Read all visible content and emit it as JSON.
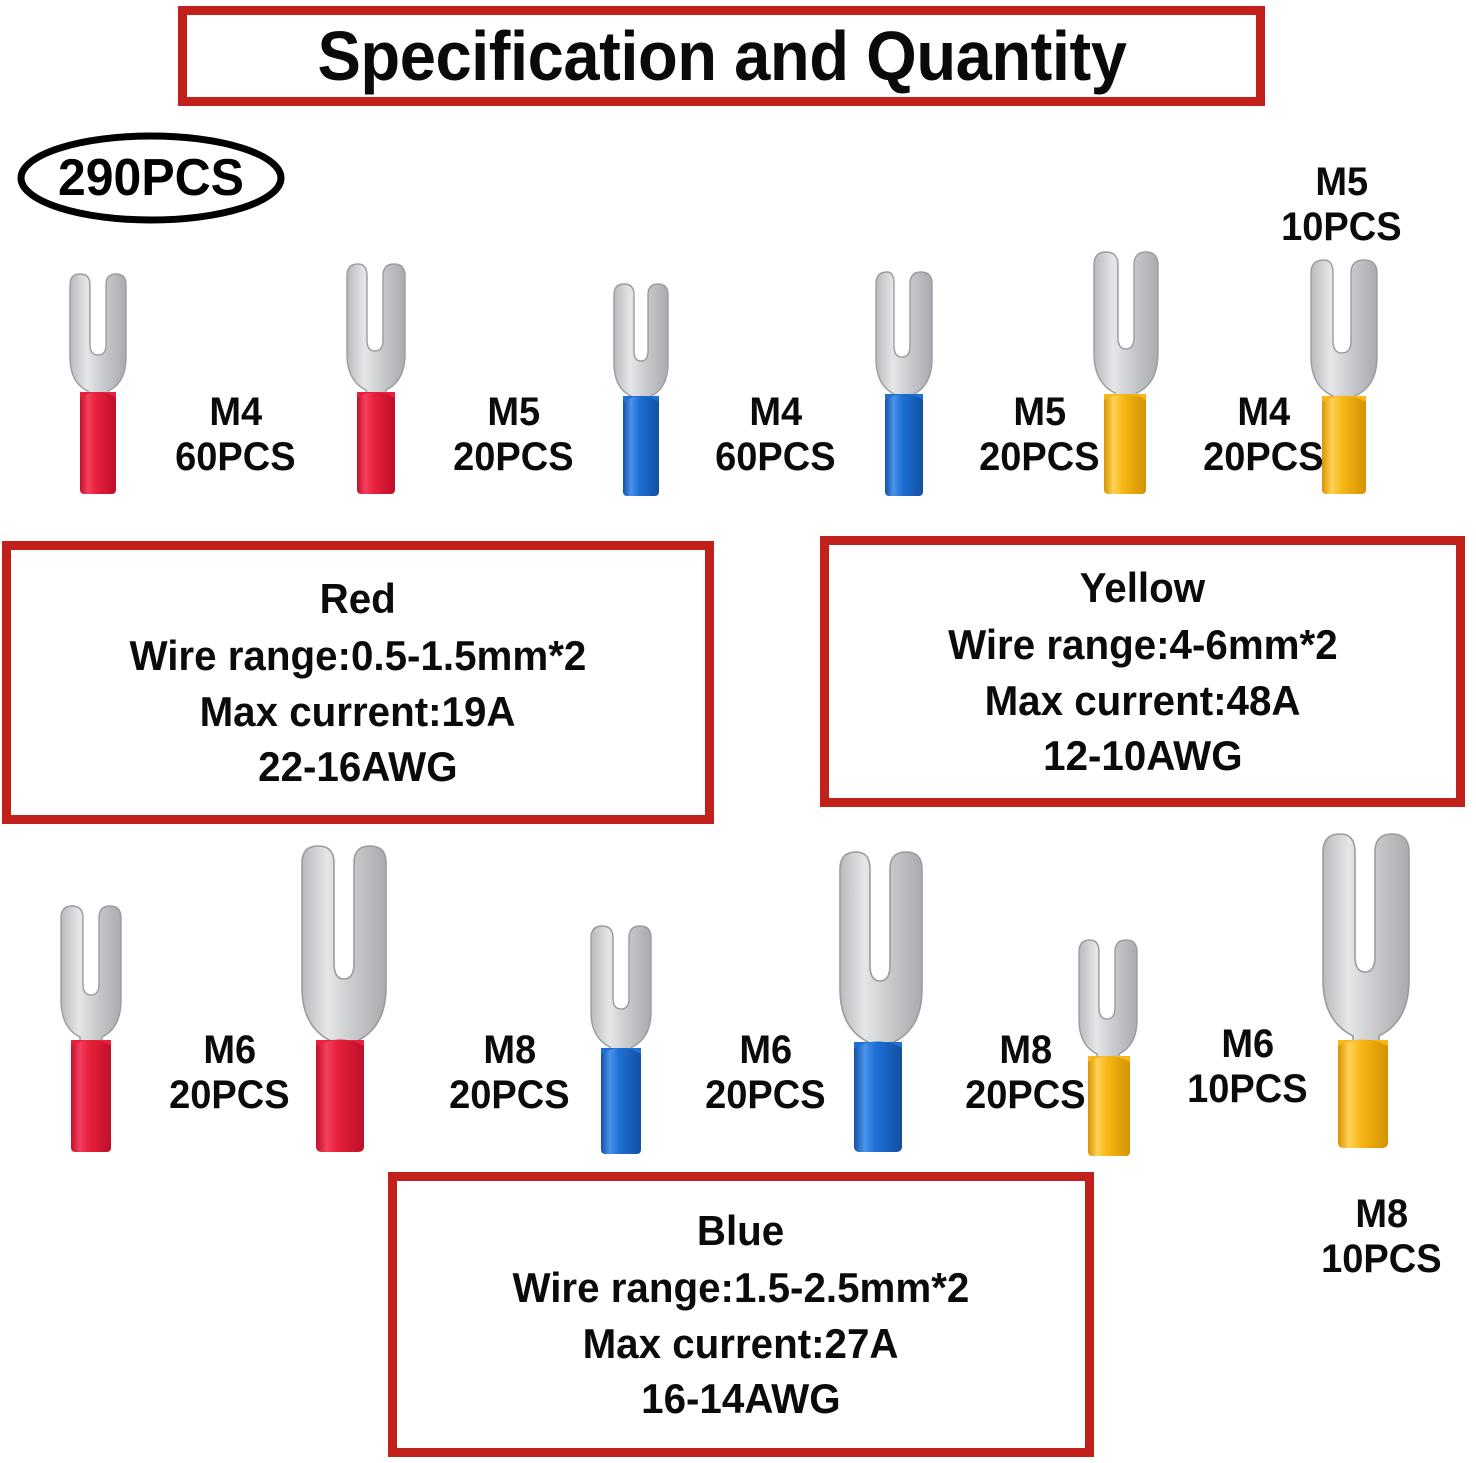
{
  "title": {
    "text": "Specification and Quantity"
  },
  "badge": {
    "label": "290PCS",
    "shape": "ellipse-outline"
  },
  "colors": {
    "border_red": "#c1201b",
    "insulator_red": "#e8203c",
    "insulator_blue": "#1f6fd6",
    "insulator_yellow": "#f7b717",
    "metal": "#c9cbcd",
    "text": "#0b0b0b"
  },
  "rows": [
    {
      "id": "row-1",
      "terminals": [
        {
          "color": "red",
          "size": "M4",
          "qty": "60PCS",
          "label_position": "right"
        },
        {
          "color": "red",
          "size": "M5",
          "qty": "20PCS",
          "label_position": "right"
        },
        {
          "color": "blue",
          "size": "M4",
          "qty": "60PCS",
          "label_position": "right"
        },
        {
          "color": "blue",
          "size": "M5",
          "qty": "20PCS",
          "label_position": "right"
        },
        {
          "color": "yellow",
          "size": "M4",
          "qty": "20PCS",
          "label_position": "right"
        },
        {
          "color": "yellow",
          "size": "M5",
          "qty": "10PCS",
          "label_position": "above"
        }
      ]
    },
    {
      "id": "row-2",
      "terminals": [
        {
          "color": "red",
          "size": "M6",
          "qty": "20PCS",
          "label_position": "right"
        },
        {
          "color": "red",
          "size": "M8",
          "qty": "20PCS",
          "label_position": "right"
        },
        {
          "color": "blue",
          "size": "M6",
          "qty": "20PCS",
          "label_position": "right"
        },
        {
          "color": "blue",
          "size": "M8",
          "qty": "20PCS",
          "label_position": "right"
        },
        {
          "color": "yellow",
          "size": "M6",
          "qty": "10PCS",
          "label_position": "right"
        },
        {
          "color": "yellow",
          "size": "M8",
          "qty": "10PCS",
          "label_position": "below"
        }
      ]
    }
  ],
  "spec_boxes": {
    "red": {
      "color_name": "Red",
      "wire_range": "Wire range:0.5-1.5mm*2",
      "max_current": "Max current:19A",
      "awg": "22-16AWG"
    },
    "yellow": {
      "color_name": "Yellow",
      "wire_range": "Wire range:4-6mm*2",
      "max_current": "Max current:48A",
      "awg": "12-10AWG"
    },
    "blue": {
      "color_name": "Blue",
      "wire_range": "Wire range:1.5-2.5mm*2",
      "max_current": "Max current:27A",
      "awg": "16-14AWG"
    }
  }
}
